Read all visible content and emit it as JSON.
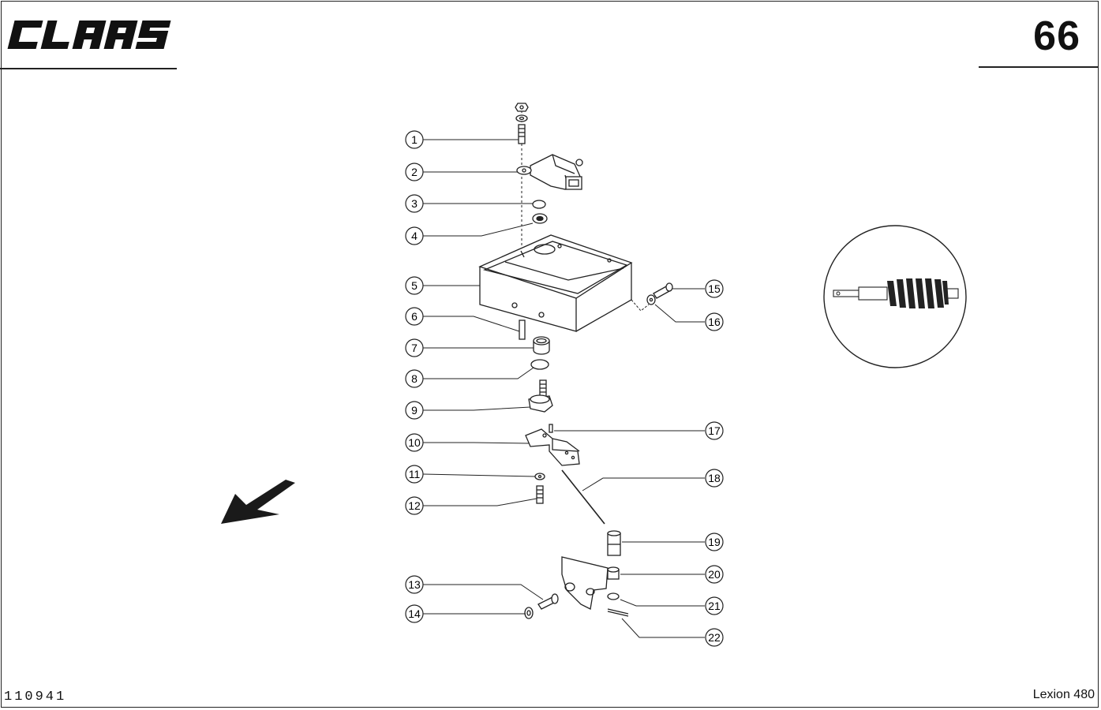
{
  "header": {
    "brand": "CLAAS",
    "page_number": "66"
  },
  "footer": {
    "doc_code": "110941",
    "model": "Lexion 480"
  },
  "callouts": [
    "1",
    "2",
    "3",
    "4",
    "5",
    "6",
    "7",
    "8",
    "9",
    "10",
    "11",
    "12",
    "13",
    "14",
    "15",
    "16",
    "17",
    "18",
    "19",
    "20",
    "21",
    "22"
  ],
  "icons": {
    "direction_arrow": "arrow-down-left-icon",
    "detail_view": "spring-detail-icon"
  }
}
